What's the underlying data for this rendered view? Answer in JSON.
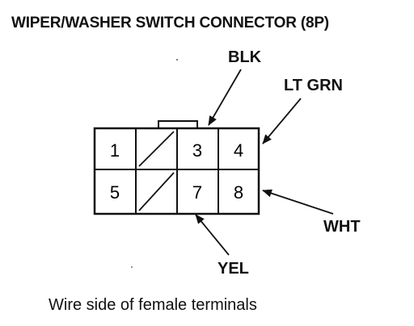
{
  "title": "WIPER/WASHER SWITCH CONNECTOR (8P)",
  "caption": "Wire side of female terminals",
  "pins": [
    {
      "label": "1",
      "name": "pin-1"
    },
    {
      "label": "3",
      "name": "pin-3"
    },
    {
      "label": "4",
      "name": "pin-4"
    },
    {
      "label": "5",
      "name": "pin-5"
    },
    {
      "label": "7",
      "name": "pin-7"
    },
    {
      "label": "8",
      "name": "pin-8"
    }
  ],
  "wires": {
    "blk": "BLK",
    "lt_grn": "LT GRN",
    "wht": "WHT",
    "yel": "YEL"
  }
}
